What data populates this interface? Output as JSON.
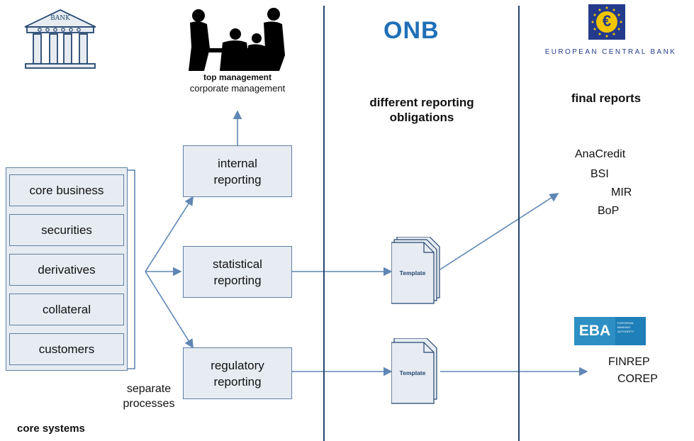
{
  "bank_icon": {
    "label": "BANK"
  },
  "management": {
    "title": "top management",
    "subtitle": "corporate management"
  },
  "onb_logo": "ONB",
  "ecb": {
    "name": "EUROPEAN CENTRAL BANK",
    "symbol": "€"
  },
  "eba": {
    "short": "EBA",
    "long": "EUROPEAN BANKING AUTHORITY"
  },
  "core_systems": {
    "items": [
      "core business",
      "securities",
      "derivatives",
      "collateral",
      "customers"
    ],
    "title": "core systems"
  },
  "separate_processes": "separate processes",
  "reporting_boxes": {
    "internal": "internal reporting",
    "statistical": "statistical reporting",
    "regulatory": "regulatory reporting"
  },
  "template_label": "Template",
  "middle_heading": "different reporting obligations",
  "right_heading": "final reports",
  "ecb_reports": [
    "AnaCredit",
    "BSI",
    "MIR",
    "BoP"
  ],
  "eba_reports": [
    "FINREP",
    "COREP"
  ],
  "colors": {
    "arrow": "#5f86b4",
    "divider": "#24466f",
    "box_fill": "#e7ecf2",
    "onb": "#1f6fb8",
    "ecb_blue": "#243b8c"
  }
}
